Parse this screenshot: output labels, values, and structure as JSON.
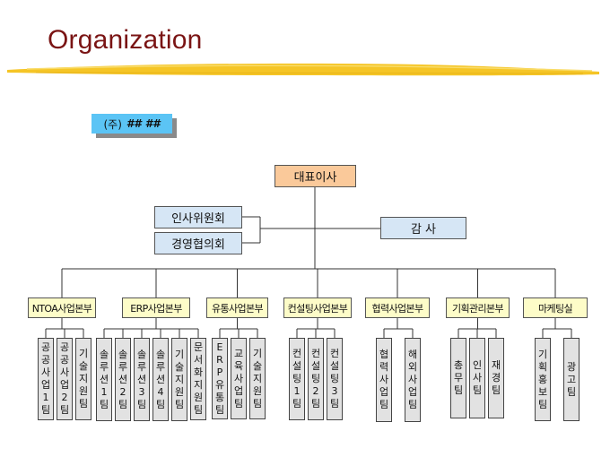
{
  "title": "Organization",
  "company": {
    "prefix": "(주)",
    "name": "## ##"
  },
  "ceo": "대표이사",
  "committees": [
    "인사위원회",
    "경영협의회"
  ],
  "audit": "감   사",
  "colors": {
    "title": "#7a1414",
    "brush": "#f5c526",
    "company_bg": "#5bc4f5",
    "ceo_bg": "#fac99a",
    "committee_bg": "#d6e6f5",
    "division_bg": "#fdfcc8",
    "team_bg": "#e2e2e2"
  },
  "divisions": [
    {
      "name": "NTOA사업본부",
      "teams": [
        "공공사업1팀",
        "공공사업2팀",
        "기술지원팀"
      ]
    },
    {
      "name": "ERP사업본부",
      "teams": [
        "솔루션1팀",
        "솔루션2팀",
        "솔루션3팀",
        "솔루션4팀",
        "기술지원팀",
        "문서화지원팀"
      ]
    },
    {
      "name": "유통사업본부",
      "teams": [
        "ERP유통팀",
        "교육사업팀",
        "기술지원팀"
      ]
    },
    {
      "name": "컨설팅사업본부",
      "teams": [
        "컨설팅1팀",
        "컨설팅2팀",
        "컨설팅3팀"
      ]
    },
    {
      "name": "협력사업본부",
      "teams": [
        "협력사업팀",
        "해외사업팀"
      ]
    },
    {
      "name": "기획관리본부",
      "teams": [
        "총무팀",
        "인사팀",
        "재경팀"
      ]
    },
    {
      "name": "마케팅실",
      "teams": [
        "기획홍보팀",
        "광고팀"
      ]
    }
  ]
}
